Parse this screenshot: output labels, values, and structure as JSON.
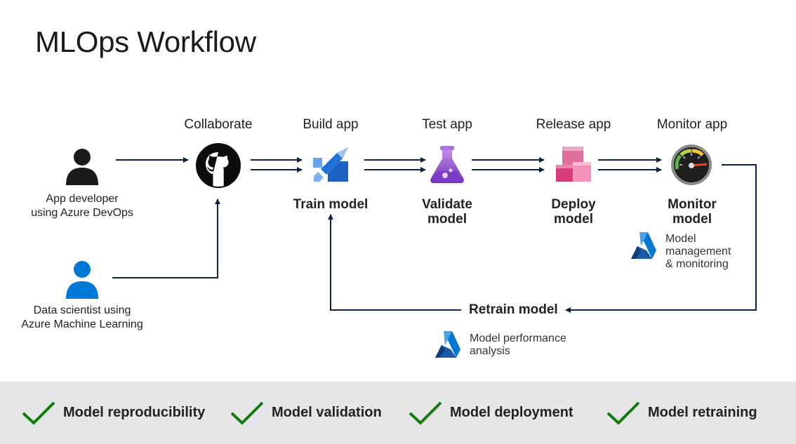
{
  "title": "MLOps Workflow",
  "stages": [
    {
      "label": "Collaborate",
      "icon": "github-icon"
    },
    {
      "label": "Build app",
      "icon": "azure-pipelines-icon",
      "model_label": "Train model"
    },
    {
      "label": "Test app",
      "icon": "test-plans-flask-icon",
      "model_label": "Validate\nmodel"
    },
    {
      "label": "Release app",
      "icon": "artifacts-boxes-icon",
      "model_label": "Deploy\nmodel"
    },
    {
      "label": "Monitor app",
      "icon": "speedometer-icon",
      "model_label": "Monitor\nmodel"
    }
  ],
  "actors": [
    {
      "label": "App developer\nusing Azure DevOps",
      "color": "#1a1a1a"
    },
    {
      "label": "Data scientist using\nAzure Machine Learning",
      "color": "#0078d4"
    }
  ],
  "notes": {
    "model_management": "Model\nmanagement\n& monitoring",
    "model_performance": "Model performance\nanalysis"
  },
  "retrain_label": "Retrain model",
  "benefits": [
    {
      "label": "Model reproducibility"
    },
    {
      "label": "Model validation"
    },
    {
      "label": "Model deployment"
    },
    {
      "label": "Model retraining"
    }
  ],
  "colors": {
    "arrow": "#0b2244",
    "check": "#107c10",
    "footer_bg": "#e6e6e6",
    "azure_ml": "#0078d4"
  }
}
